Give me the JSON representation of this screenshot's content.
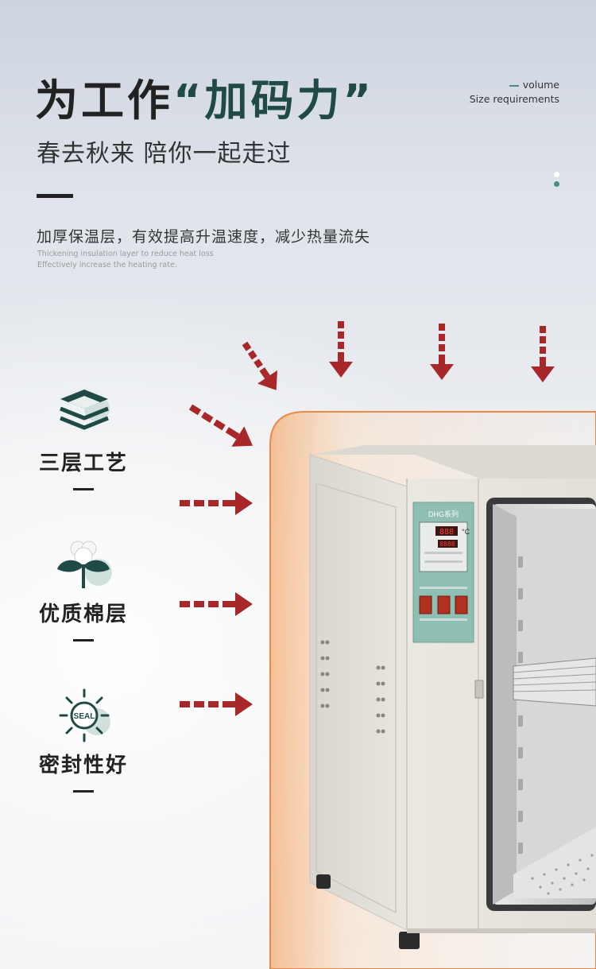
{
  "header": {
    "title_prefix": "为工作",
    "title_accent": "“加码力”",
    "subtitle": "春去秋来 陪你一起走过",
    "tag_line1": "volume",
    "tag_line2": "Size requirements"
  },
  "description": {
    "cn": "加厚保温层，有效提高升温速度，减少热量流失",
    "en_line1": "Thickening insulation layer to reduce heat loss",
    "en_line2": "Effectively increase the heating rate."
  },
  "features": [
    {
      "label": "三层工艺",
      "icon": "layers-icon"
    },
    {
      "label": "优质棉层",
      "icon": "cotton-icon"
    },
    {
      "label": "密封性好",
      "icon": "seal-icon"
    }
  ],
  "product": {
    "panel_brand": "DHG系列",
    "temp_display": "888",
    "temp_unit": "°C",
    "set_display": "8888"
  },
  "colors": {
    "accent_green": "#1f4a45",
    "teal": "#4b8e87",
    "arrow_red": "#a8282a",
    "glow_orange": "#f4a86a"
  }
}
